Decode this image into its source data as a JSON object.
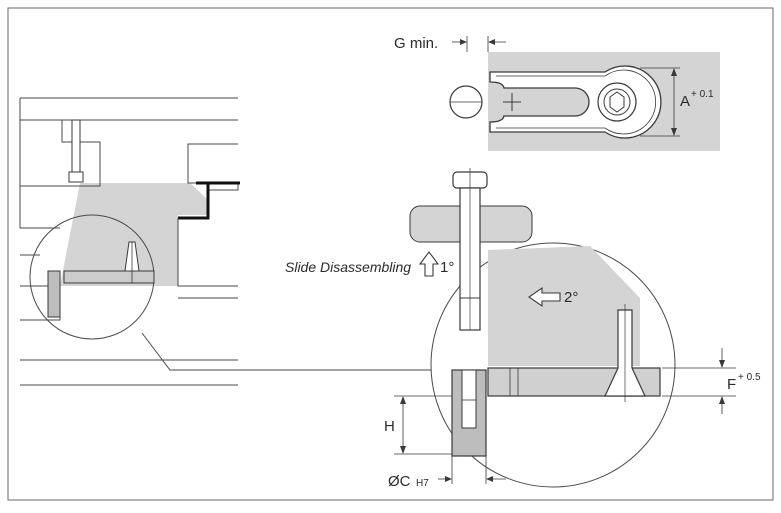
{
  "labels": {
    "g_min": "G min.",
    "a_main": "A",
    "a_tol": "+ 0.1",
    "slide": "Slide Disassembling",
    "one_deg": "1°",
    "two_deg": "2°",
    "f_main": "F",
    "f_tol": "+ 0.5",
    "h": "H",
    "c_main": "ØC",
    "c_tol": "H7"
  },
  "colors": {
    "shade": "#d4d4d4",
    "line": "#3a3a3a",
    "dark": "#1a1a1a"
  }
}
